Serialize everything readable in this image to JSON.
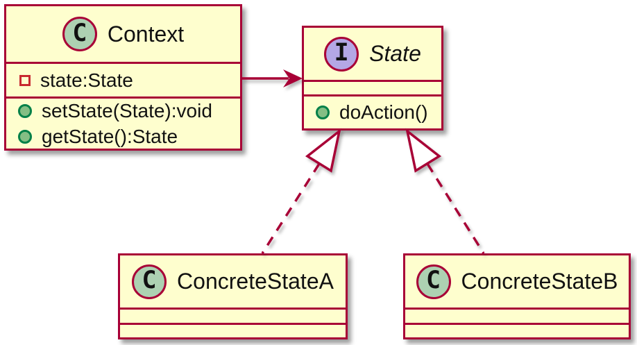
{
  "diagram": {
    "kind": "uml-class-diagram",
    "pattern": "State"
  },
  "colors": {
    "box_fill": "#FEFECE",
    "box_border": "#A80036",
    "class_badge_fill": "#ADD1B2",
    "interface_badge_fill": "#B4A7E5",
    "badge_border": "#A80036",
    "public_method_icon_fill": "#84BE84",
    "public_method_icon_border": "#038048",
    "private_field_icon_border": "#C82930",
    "text": "#111111",
    "background": "#FFFFFF"
  },
  "classes": {
    "context": {
      "kind": "class",
      "badge_letter": "C",
      "name": "Context",
      "fields": [
        {
          "visibility": "private",
          "icon": "private-field-square-icon",
          "label": "state:State"
        }
      ],
      "methods": [
        {
          "visibility": "public",
          "icon": "public-method-circle-icon",
          "label": "setState(State):void"
        },
        {
          "visibility": "public",
          "icon": "public-method-circle-icon",
          "label": "getState():State"
        }
      ]
    },
    "state": {
      "kind": "interface",
      "badge_letter": "I",
      "name": "State",
      "fields": [],
      "methods": [
        {
          "visibility": "public",
          "icon": "public-method-circle-icon",
          "label": "doAction()"
        }
      ]
    },
    "concrete_state_a": {
      "kind": "class",
      "badge_letter": "C",
      "name": "ConcreteStateA",
      "fields": [],
      "methods": []
    },
    "concrete_state_b": {
      "kind": "class",
      "badge_letter": "C",
      "name": "ConcreteStateB",
      "fields": [],
      "methods": []
    }
  },
  "relationships": [
    {
      "type": "association",
      "from": "Context",
      "to": "State",
      "line": "solid",
      "head": "filled-arrow"
    },
    {
      "type": "realization",
      "from": "ConcreteStateA",
      "to": "State",
      "line": "dashed",
      "head": "hollow-triangle"
    },
    {
      "type": "realization",
      "from": "ConcreteStateB",
      "to": "State",
      "line": "dashed",
      "head": "hollow-triangle"
    }
  ]
}
